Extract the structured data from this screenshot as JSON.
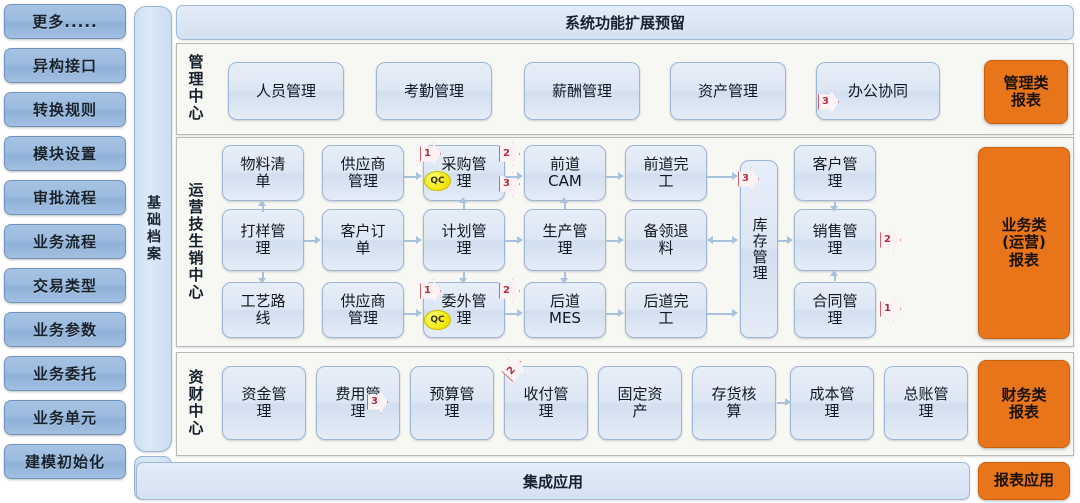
{
  "sidebar": {
    "items": [
      {
        "label": "更多....."
      },
      {
        "label": "异构接口"
      },
      {
        "label": "转换规则"
      },
      {
        "label": "模块设置"
      },
      {
        "label": "审批流程"
      },
      {
        "label": "业务流程"
      },
      {
        "label": "交易类型"
      },
      {
        "label": "业务参数"
      },
      {
        "label": "业务委托"
      },
      {
        "label": "业务单元"
      },
      {
        "label": "建模初始化"
      }
    ]
  },
  "base_column": {
    "label": "基础档案"
  },
  "top_bar": {
    "label": "系统功能扩展预留"
  },
  "bottom_bar": {
    "label": "集成应用",
    "report_label": "报表应用"
  },
  "sections": [
    {
      "id": "management",
      "title": "管理中心",
      "report": "管理类\n报表",
      "report_line1": "管理类",
      "report_line2": "报表",
      "modules": [
        {
          "label1": "人员管理",
          "label2": ""
        },
        {
          "label1": "考勤管理",
          "label2": ""
        },
        {
          "label1": "薪酬管理",
          "label2": ""
        },
        {
          "label1": "资产管理",
          "label2": ""
        },
        {
          "label1": "办公协同",
          "label2": ""
        }
      ]
    },
    {
      "id": "operations",
      "title": "运营技生销中心",
      "report_line1": "业务类",
      "report_line2": "(运营)",
      "report_line3": "报表",
      "row1": [
        {
          "label1": "物料清",
          "label2": "单"
        },
        {
          "label1": "供应商",
          "label2": "管理"
        },
        {
          "label1": "采购管",
          "label2": "理"
        },
        {
          "label1": "前道",
          "label2": "CAM"
        },
        {
          "label1": "前道完",
          "label2": "工"
        },
        {
          "label1": "客户管",
          "label2": "理"
        }
      ],
      "row2": [
        {
          "label1": "打样管",
          "label2": "理"
        },
        {
          "label1": "客户订",
          "label2": "单"
        },
        {
          "label1": "计划管",
          "label2": "理"
        },
        {
          "label1": "生产管",
          "label2": "理"
        },
        {
          "label1": "备领退",
          "label2": "料"
        },
        {
          "label1": "销售管",
          "label2": "理"
        }
      ],
      "row3": [
        {
          "label1": "工艺路",
          "label2": "线"
        },
        {
          "label1": "供应商",
          "label2": "管理"
        },
        {
          "label1": "委外管",
          "label2": "理"
        },
        {
          "label1": "后道",
          "label2": "MES"
        },
        {
          "label1": "后道完",
          "label2": "工"
        },
        {
          "label1": "合同管",
          "label2": "理"
        }
      ],
      "inventory": {
        "label": "库存管理"
      }
    },
    {
      "id": "finance",
      "title": "资财中心",
      "report_line1": "财务类",
      "report_line2": "报表",
      "modules": [
        {
          "label1": "资金管",
          "label2": "理"
        },
        {
          "label1": "费用管",
          "label2": "理"
        },
        {
          "label1": "预算管",
          "label2": "理"
        },
        {
          "label1": "收付管",
          "label2": "理"
        },
        {
          "label1": "固定资",
          "label2": "产"
        },
        {
          "label1": "存货核",
          "label2": "算"
        },
        {
          "label1": "成本管",
          "label2": "理"
        },
        {
          "label1": "总账管",
          "label2": "理"
        }
      ]
    }
  ],
  "badges": {
    "qc_purchase": "QC",
    "qc_outsource": "QC"
  },
  "markers": {
    "office_collab": "3",
    "purchase_1": "1",
    "purchase_2": "2",
    "purchase_3": "3",
    "inventory_3": "3",
    "sales_2": "2",
    "outsource_1": "1",
    "outsource_2": "2",
    "contract_1": "1",
    "expense_3": "3",
    "payment_2": "2"
  },
  "colors": {
    "report_orange": "#e8751a",
    "module_blue": "#dde7f4",
    "sidebar_blue": "#9cbbdf",
    "qc_yellow": "#f2e400",
    "marker_red": "#d46070"
  }
}
